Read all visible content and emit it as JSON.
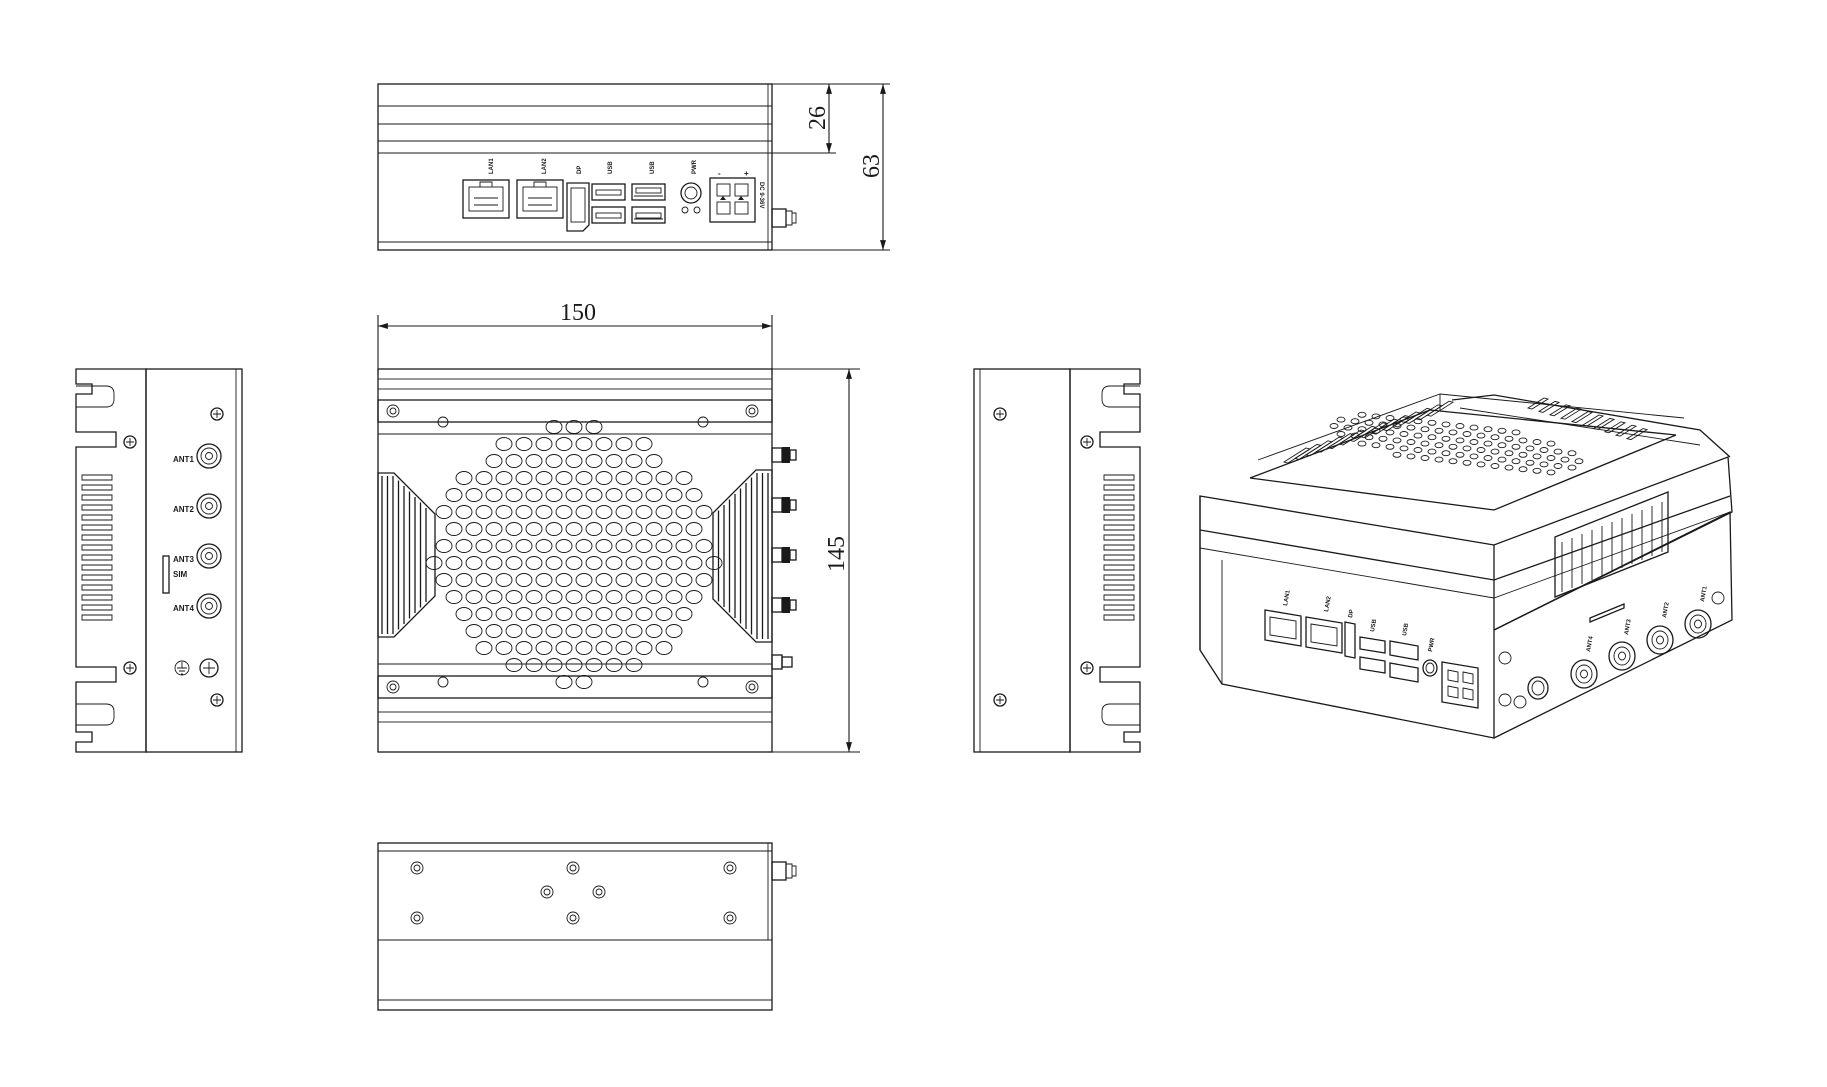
{
  "dimensions": {
    "height_top": "26",
    "height_total": "63",
    "width": "150",
    "depth": "145"
  },
  "front_labels": {
    "lan1": "LAN1",
    "lan2": "LAN2",
    "dp": "DP",
    "usb_a": "USB",
    "usb_b": "USB",
    "pwr": "PWR",
    "minus": "-",
    "plus": "+",
    "dc": "DC 9-36V"
  },
  "side_labels": {
    "ant1": "ANT1",
    "ant2": "ANT2",
    "ant3": "ANT3",
    "sim": "SIM",
    "ant4": "ANT4"
  },
  "iso_labels": {
    "lan1": "LAN1",
    "lan2": "LAN2",
    "dp": "DP",
    "usb_a": "USB",
    "usb_b": "USB",
    "pwr": "PWR",
    "ant4": "ANT4",
    "ant3": "ANT3",
    "ant2": "ANT2",
    "ant1": "ANT1"
  },
  "colors": {
    "line": "#1a1a1a",
    "background": "#ffffff"
  }
}
